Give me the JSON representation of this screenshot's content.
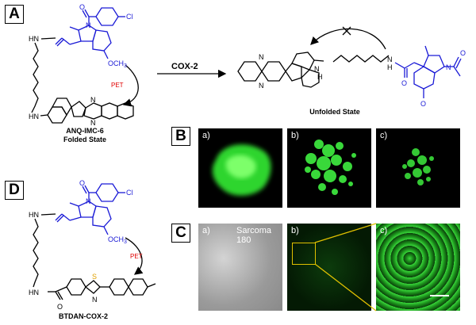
{
  "panels": {
    "a": "A",
    "b": "B",
    "c": "C",
    "d": "D"
  },
  "labels": {
    "cl_top": "Cl",
    "cl_bottom": "Cl",
    "n": "N",
    "o": "O",
    "hn": "HN",
    "nh": "NH",
    "h": "H",
    "s": "S",
    "ch3": "CH",
    "ch3_sub": "3",
    "pet_top": "PET",
    "pet_bottom": "PET",
    "cox2": "COX-2",
    "anq_name": "ANQ-IMC-6",
    "folded": "Folded State",
    "unfolded": "Unfolded State",
    "btdan": "BTDAN-COX-2"
  },
  "microscopy": {
    "b": {
      "a": "a)",
      "b": "b)",
      "c": "c)"
    },
    "c": {
      "a": "a)",
      "b": "b)",
      "c": "c)",
      "sample": "Sarcoma 180"
    }
  },
  "colors": {
    "indomethacin": "#1a1ad6",
    "pet": "#e00000",
    "fluor": "#39d83a",
    "black": "#000000"
  }
}
